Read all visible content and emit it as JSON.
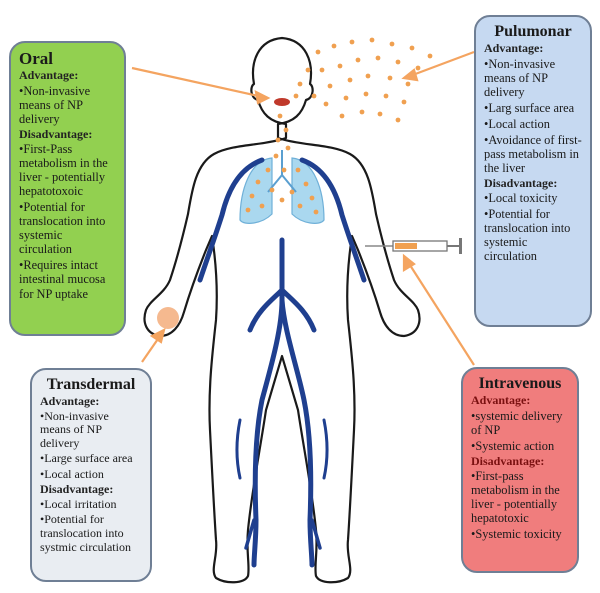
{
  "colors": {
    "oral": "#92d050",
    "pulmonar": "#c6d9f1",
    "transdermal": "#e9edf2",
    "intravenous": "#f07d7d",
    "arrow": "#f4a460",
    "vessels": "#1f3f8f",
    "particles": "#f0a050",
    "lungs": "#aad8ef"
  },
  "icons": [
    "human-body-outline",
    "blood-vessels",
    "lungs",
    "syringe",
    "nanoparticle-dots"
  ],
  "oral": {
    "title": "Oral",
    "advantage_heading": "Advantage:",
    "advantages": [
      "•Non-invasive means of NP delivery"
    ],
    "disadvantage_heading": "Disadvantage:",
    "disadvantages": [
      "•First-Pass metabolism in the liver - potentially hepatotoxoic",
      "•Potential for translocation into systemic circulation",
      "•Requires intact intestinal mucosa for NP uptake"
    ]
  },
  "pulmonar": {
    "title": "Pulumonar",
    "advantage_heading": "Advantage:",
    "advantages": [
      "•Non-invasive means of NP delivery",
      "•Larg surface area",
      "•Local action",
      "•Avoidance of first-pass metabolism in the liver"
    ],
    "disadvantage_heading": "Disadvantage:",
    "disadvantages": [
      "•Local toxicity",
      "•Potential for translocation into systemic circulation"
    ]
  },
  "transdermal": {
    "title": "Transdermal",
    "advantage_heading": "Advantage:",
    "advantages": [
      "•Non-invasive means of NP delivery",
      "•Large surface area",
      "•Local action"
    ],
    "disadvantage_heading": "Disadvantage:",
    "disadvantages": [
      "•Local irritation",
      "•Potential for translocation into systmic circulation"
    ]
  },
  "intravenous": {
    "title": "Intravenous",
    "advantage_heading": "Advantage:",
    "advantages": [
      "•systemic delivery of NP",
      "•Systemic action"
    ],
    "disadvantage_heading": "Disadvantage:",
    "disadvantages": [
      "•First-pass metabolism in the liver -  potentially hepatotoxic",
      "•Systemic toxicity"
    ]
  }
}
